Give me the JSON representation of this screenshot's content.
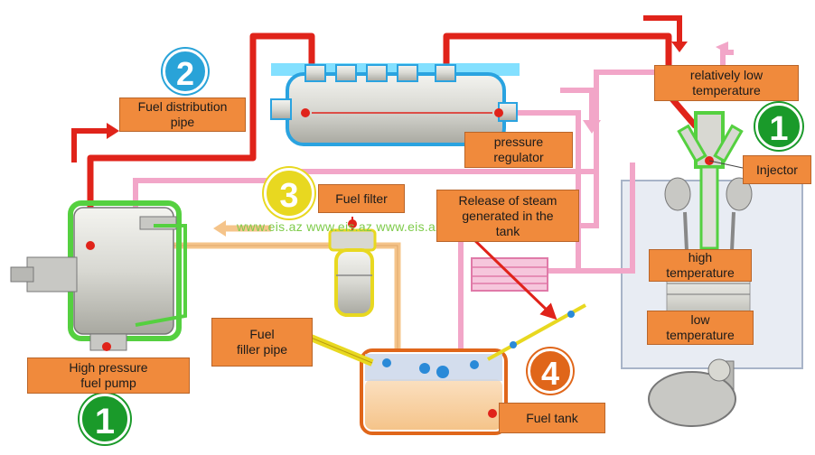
{
  "labels": {
    "fuel_distribution_pipe": "Fuel distribution\npipe",
    "pressure_regulator": "pressure\nregulator",
    "relatively_low_temperature": "relatively low\ntemperature",
    "injector": "Injector",
    "fuel_filter": "Fuel filter",
    "release_of_steam": "Release of steam\ngenerated in the\ntank",
    "high_temperature": "high\ntemperature",
    "low_temperature": "low\ntemperature",
    "fuel_filler_pipe": "Fuel\nfiller pipe",
    "high_pressure_fuel_pump": "High pressure\nfuel pump",
    "fuel_tank": "Fuel tank"
  },
  "badges": {
    "pump_number": "1",
    "rail_number": "2",
    "filter_number": "3",
    "tank_number": "4",
    "injector_number": "1"
  },
  "watermark": "www.eis.az www.eis.az www.eis.az www.eis.az",
  "colors": {
    "high_pressure_line": "#e0231a",
    "return_line": "#f2a6c8",
    "feed_line": "#f5c48a",
    "label_fill": "#f08a3c",
    "badge_green": "#1a9a2a",
    "badge_blue": "#29a3d8",
    "badge_yellow": "#e8d820",
    "badge_orange": "#e0661a"
  },
  "icons": [
    "high-pressure-pump-icon",
    "fuel-rail-icon",
    "fuel-filter-icon",
    "fuel-tank-icon",
    "engine-cylinder-icon",
    "injector-icon",
    "evaporation-canister-icon"
  ]
}
